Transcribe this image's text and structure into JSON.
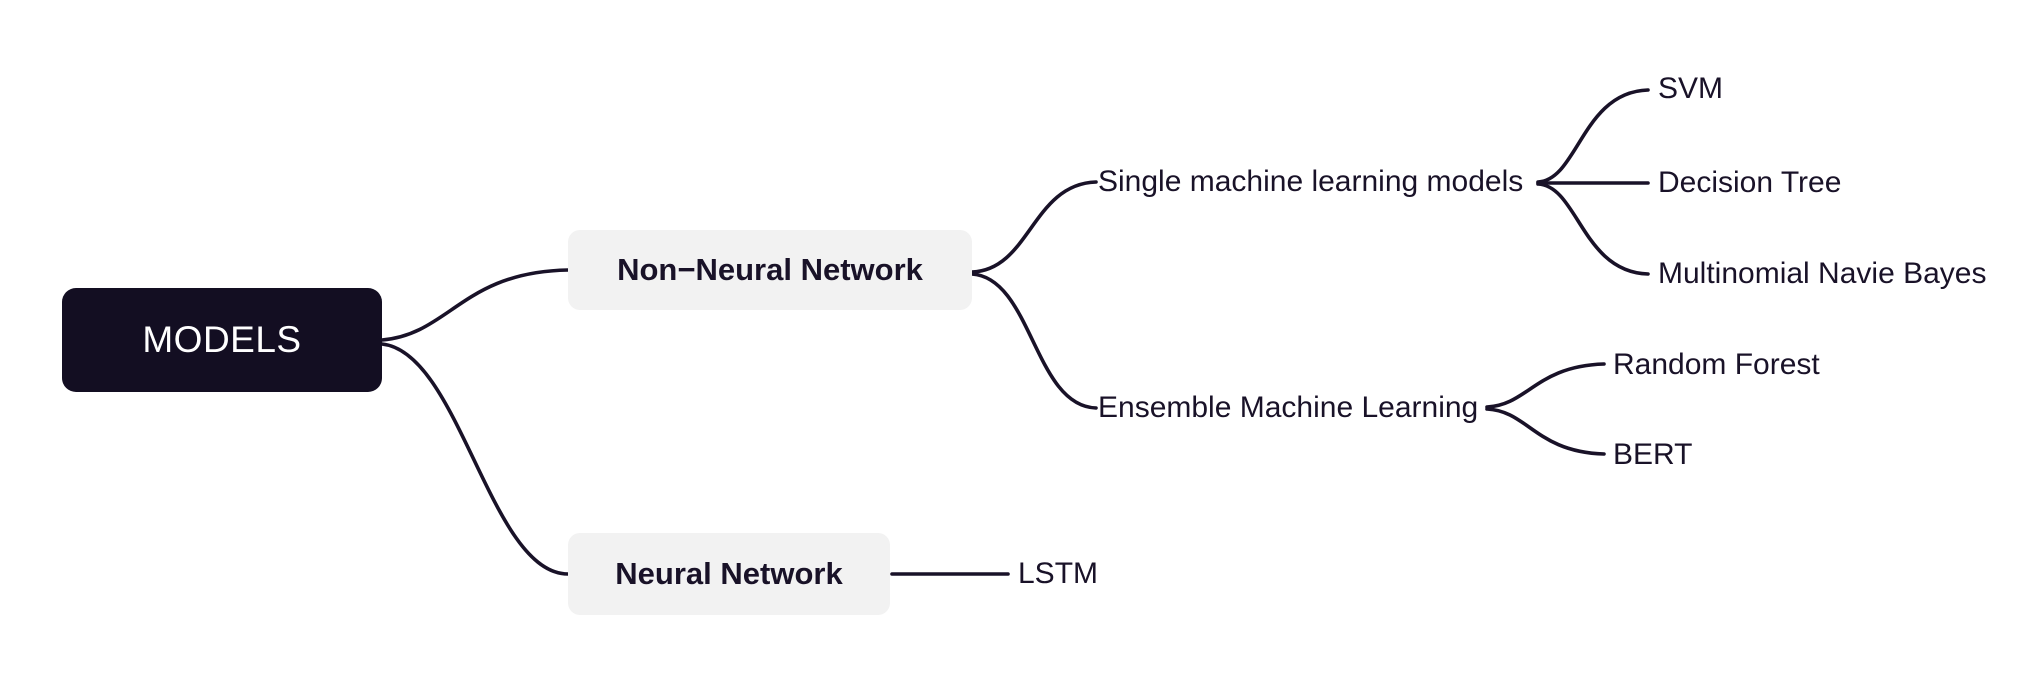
{
  "diagram": {
    "type": "mind-map",
    "root": {
      "id": "models",
      "label": "MODELS",
      "style": "filled-dark-rounded-box",
      "text_color": "#ffffff",
      "fill_color": "#130e22"
    },
    "branches": [
      {
        "id": "non-neural-network",
        "label": "Non−Neural Network",
        "style": "filled-light-rounded-box",
        "fill_color": "#f2f2f2",
        "text_color": "#191228",
        "children": [
          {
            "id": "single-machine-learning-models",
            "label": "Single machine learning models",
            "style": "plain-text",
            "children": [
              {
                "id": "svm",
                "label": "SVM",
                "style": "plain-text"
              },
              {
                "id": "decision-tree",
                "label": "Decision Tree",
                "style": "plain-text"
              },
              {
                "id": "multinomial-navie-bayes",
                "label": "Multinomial Navie Bayes",
                "style": "plain-text"
              }
            ]
          },
          {
            "id": "ensemble-machine-learning",
            "label": "Ensemble Machine Learning",
            "style": "plain-text",
            "children": [
              {
                "id": "random-forest",
                "label": "Random Forest",
                "style": "plain-text"
              },
              {
                "id": "bert",
                "label": "BERT",
                "style": "plain-text"
              }
            ]
          }
        ]
      },
      {
        "id": "neural-network",
        "label": "Neural Network",
        "style": "filled-light-rounded-box",
        "fill_color": "#f2f2f2",
        "text_color": "#191228",
        "children": [
          {
            "id": "lstm",
            "label": "LSTM",
            "style": "plain-text"
          }
        ]
      }
    ],
    "colors": {
      "background": "#ffffff",
      "edge": "#191228",
      "root_fill": "#130e22",
      "root_text": "#ffffff",
      "branch_fill": "#f2f2f2",
      "text": "#191228"
    }
  }
}
